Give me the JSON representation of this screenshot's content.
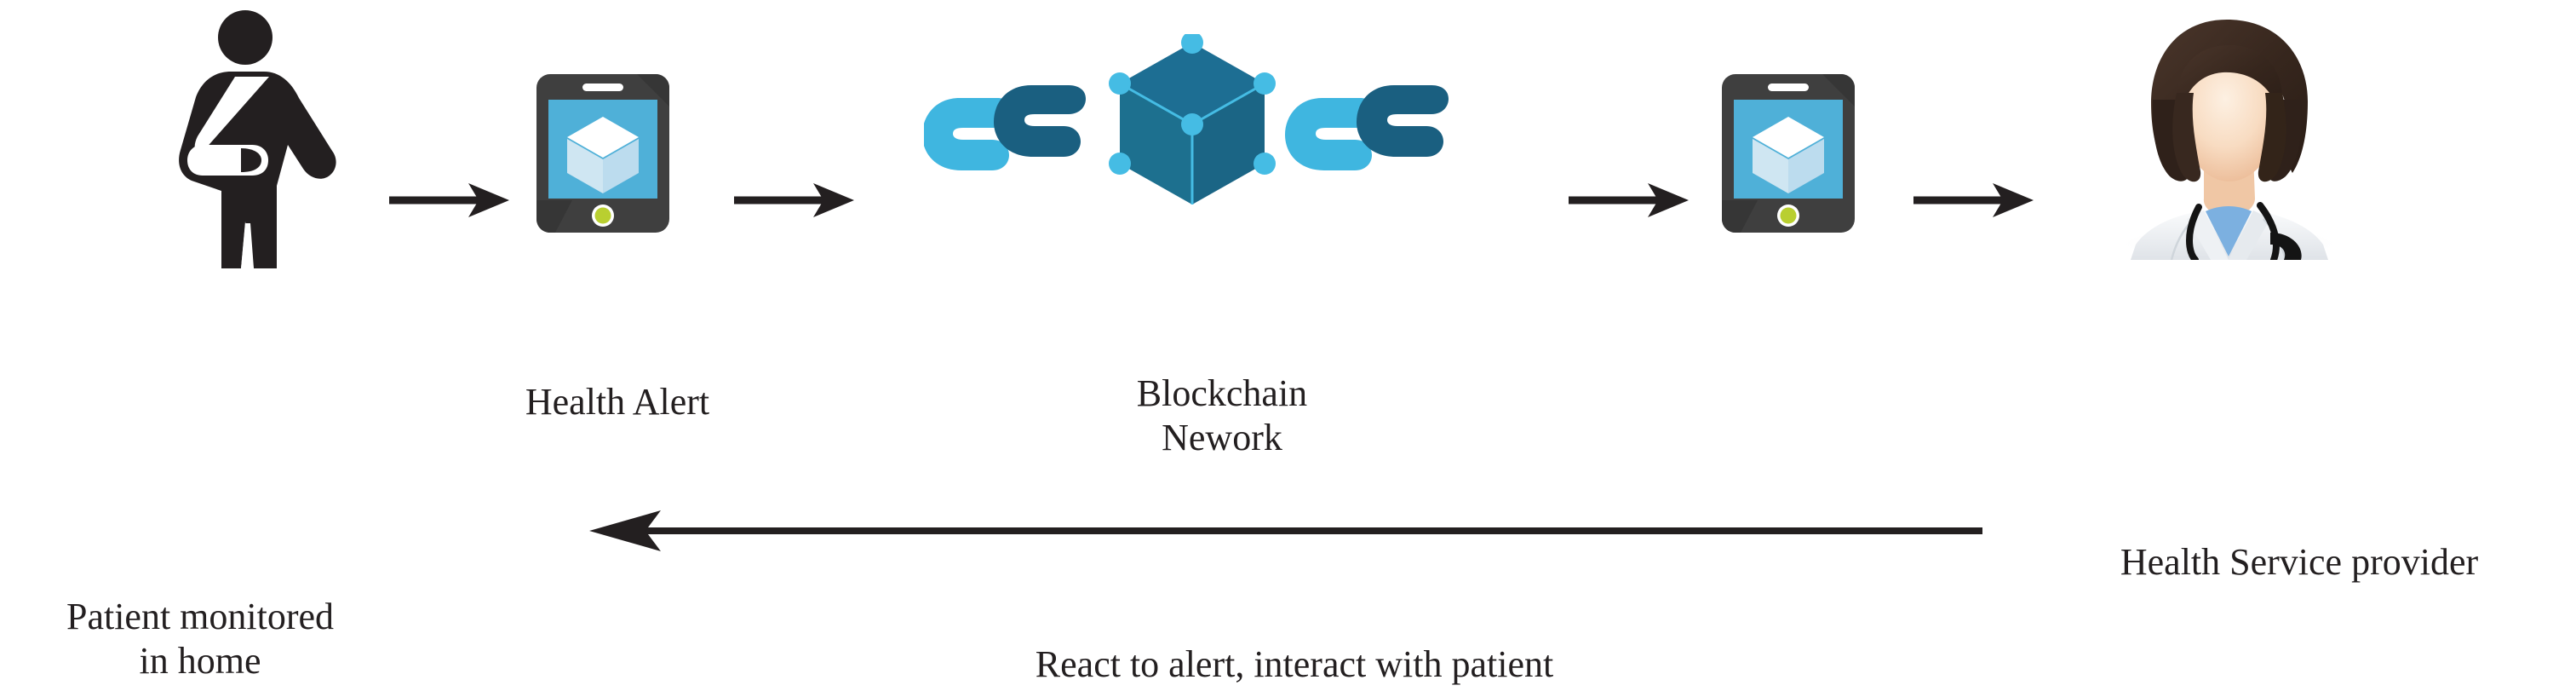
{
  "diagram": {
    "title": "Blockchain-based remote patient health monitoring flow",
    "background_color": "#ffffff",
    "text_color": "#231f20"
  },
  "nodes": {
    "patient": {
      "icon": "patient-with-arm-sling-pictogram",
      "caption": "Patient monitored\nin home",
      "color": "#231f20"
    },
    "patient_phone": {
      "icon": "smartphone-blockchain-app-icon",
      "caption": "Health Alert",
      "body_color": "#3f3f3f",
      "body_shade_color": "#333333",
      "screen_color": "#4fb0d8",
      "cube_top_color": "#ffffff",
      "cube_left_color": "#cfe6f2",
      "cube_right_color": "#bcdcee",
      "home_button_color": "#b9cf30",
      "speaker_color": "#ffffff"
    },
    "blockchain": {
      "icon": "blockchain-cube-with-chain-links-icon",
      "caption": "Blockchain\nNework",
      "cube_top_color": "#1d6e93",
      "cube_left_color": "#1d708f",
      "cube_right_color": "#1b6585",
      "node_dot_color": "#45bce4",
      "edge_color": "#45bce4",
      "chain_light_color": "#3fb6e0",
      "chain_dark_color": "#1a5f80"
    },
    "provider_phone": {
      "icon": "smartphone-blockchain-app-icon",
      "body_color": "#3f3f3f",
      "screen_color": "#4fb0d8",
      "home_button_color": "#b9cf30"
    },
    "provider": {
      "icon": "female-doctor-avatar",
      "caption": "Health Service provider",
      "hair_color": "#3a2a22",
      "skin_color": "#f6d4b6",
      "coat_color": "#f2f3f5",
      "scrubs_color": "#7cb0e0",
      "stethoscope_color": "#1a1a1a"
    }
  },
  "arrows": [
    {
      "name": "patient-to-phone",
      "direction": "right",
      "label": ""
    },
    {
      "name": "phone-to-blockchain",
      "direction": "right",
      "label": ""
    },
    {
      "name": "blockchain-to-phone",
      "direction": "right",
      "label": ""
    },
    {
      "name": "phone-to-provider",
      "direction": "right",
      "label": ""
    },
    {
      "name": "provider-back-to-patient",
      "direction": "left",
      "label": "React to alert, interact with patient"
    }
  ],
  "labels": {
    "patient": "Patient monitored\nin home",
    "health_alert": "Health Alert",
    "blockchain": "Blockchain\nNework",
    "provider": "Health Service provider",
    "return_flow": "React to alert, interact with patient"
  }
}
